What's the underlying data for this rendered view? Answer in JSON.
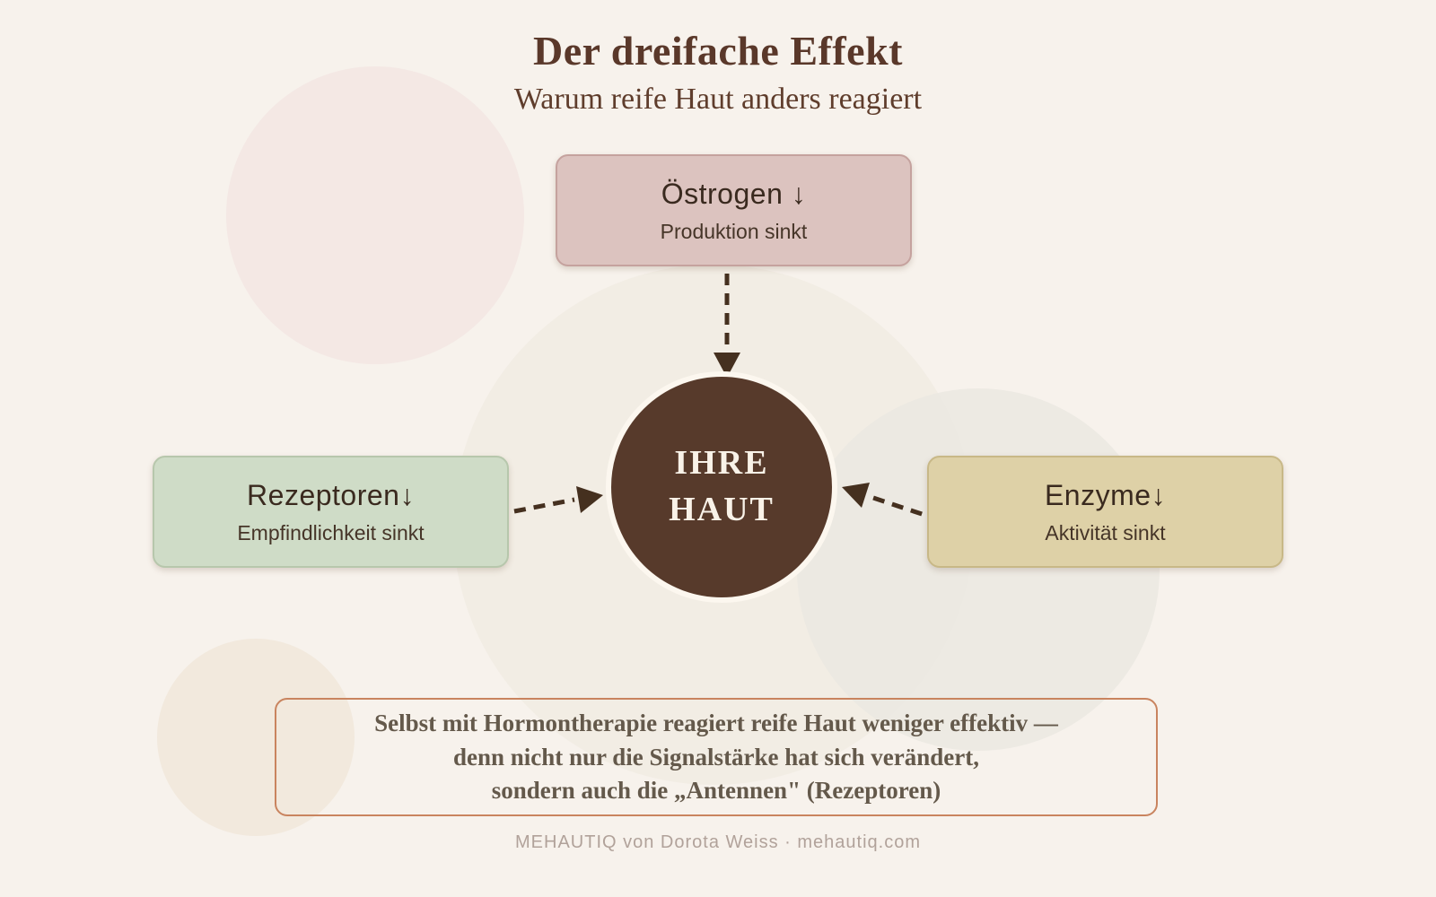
{
  "title": "Der dreifache Effekt",
  "subtitle": "Warum reife Haut anders reagiert",
  "nodes": {
    "estrogen": {
      "label": "Östrogen ↓",
      "sublabel": "Produktion sinkt"
    },
    "rezeptoren": {
      "label": "Rezeptoren↓",
      "sublabel": "Empfindlichkeit sinkt"
    },
    "enzyme": {
      "label": "Enzyme↓",
      "sublabel": "Aktivität sinkt"
    },
    "skin": {
      "line1": "IHRE",
      "line2": "HAUT"
    }
  },
  "callout": {
    "line1": "Selbst mit Hormontherapie reagiert reife Haut weniger effektiv —",
    "line2": "denn nicht nur die Signalstärke hat sich verändert,",
    "line3": "sondern auch die „Antennen\" (Rezeptoren)"
  },
  "footer": "MEHAUTIQ von Dorota Weiss · mehautiq.com",
  "colors": {
    "background": "#f7f2ec",
    "title_text": "#5a382a",
    "estrogen_fill": "#dcc3bf",
    "estrogen_border": "#c5a29e",
    "rezeptoren_fill": "#cfdcc7",
    "rezeptoren_border": "#b7c7ac",
    "enzyme_fill": "#ded1a7",
    "enzyme_border": "#c8b887",
    "skin_fill": "#573a2b",
    "skin_ring": "#fcf7ef",
    "arrow": "#45301f",
    "callout_border": "#c9845f",
    "callout_text": "#64594b",
    "footer_text": "#b1a29a"
  }
}
